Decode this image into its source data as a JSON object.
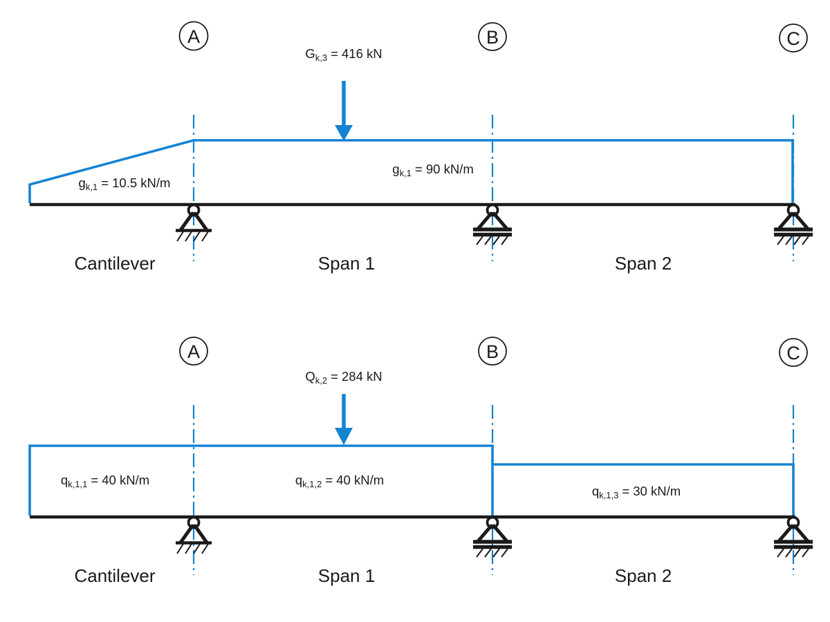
{
  "colors": {
    "accent": "#1584d2",
    "ink": "#1a1a1a"
  },
  "diagrams": [
    {
      "nodes": [
        "A",
        "B",
        "C"
      ],
      "point_load": {
        "sym": "G",
        "sub": "k,3",
        "val": "= 416 kN"
      },
      "dist_loads": [
        {
          "sym": "g",
          "sub": "k,1",
          "val": "= 10.5 kN/m"
        },
        {
          "sym": "g",
          "sub": "k,1",
          "val": "= 90 kN/m"
        }
      ],
      "spans": [
        "Cantilever",
        "Span 1",
        "Span 2"
      ]
    },
    {
      "nodes": [
        "A",
        "B",
        "C"
      ],
      "point_load": {
        "sym": "Q",
        "sub": "k,2",
        "val": "= 284 kN"
      },
      "dist_loads": [
        {
          "sym": "q",
          "sub": "k,1,1",
          "val": "= 40 kN/m"
        },
        {
          "sym": "q",
          "sub": "k,1,2",
          "val": "= 40 kN/m"
        },
        {
          "sym": "q",
          "sub": "k,1,3",
          "val": "= 30 kN/m"
        }
      ],
      "spans": [
        "Cantilever",
        "Span 1",
        "Span 2"
      ]
    }
  ]
}
